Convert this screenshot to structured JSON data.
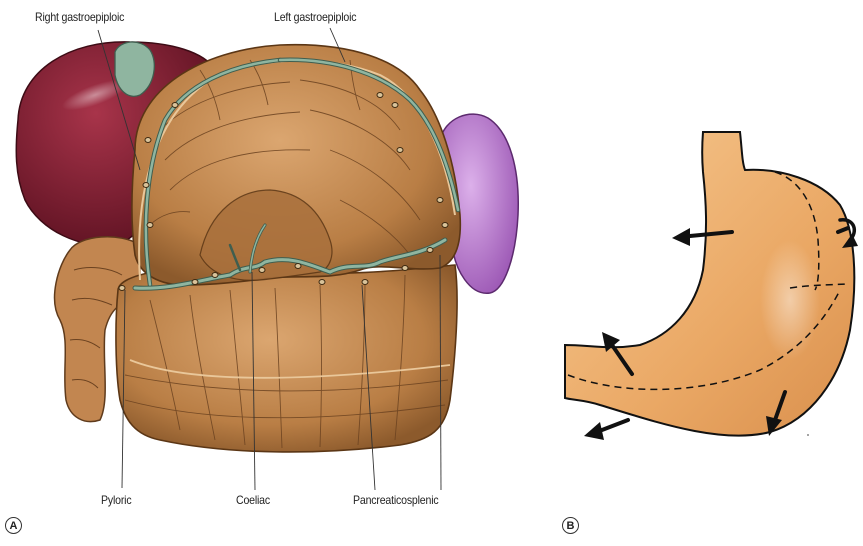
{
  "panel_a": {
    "letter": "A",
    "labels": {
      "right_gastroepiploic": "Right gastroepiploic",
      "left_gastroepiploic": "Left gastroepiploic",
      "pyloric": "Pyloric",
      "coeliac": "Coeliac",
      "pancreaticosplenic": "Pancreaticosplenic"
    }
  },
  "panel_b": {
    "letter": "B"
  },
  "colors": {
    "stomach": "#c8915a",
    "stomach_dark": "#8a5a2e",
    "liver": "#7a1f2e",
    "gallbladder": "#8fb5a0",
    "spleen": "#b678c8",
    "vessel": "#6f9a86",
    "stomach_b": "#f0b676",
    "arrow": "#111111"
  }
}
